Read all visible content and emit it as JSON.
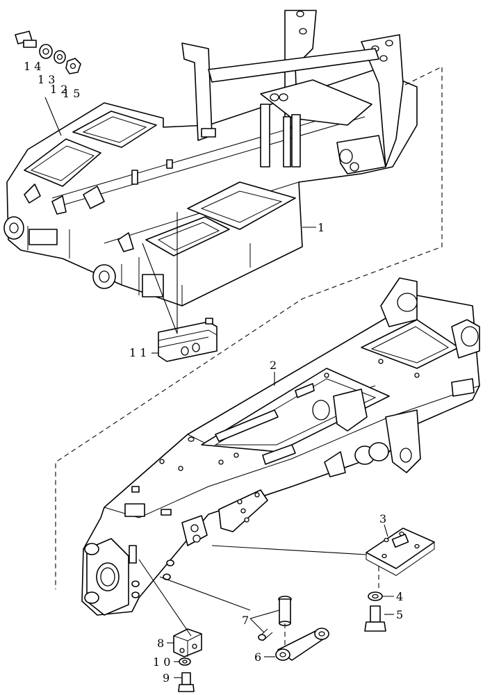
{
  "callouts": {
    "c1": "1",
    "c2": "2",
    "c3": "3",
    "c4": "4",
    "c5": "5",
    "c6": "6",
    "c7": "7",
    "c8": "8",
    "c9": "9",
    "c10": "1 0",
    "c11": "1 1",
    "c12": "1 2",
    "c13": "1 3",
    "c14": "1 4",
    "c15": "1 5"
  }
}
